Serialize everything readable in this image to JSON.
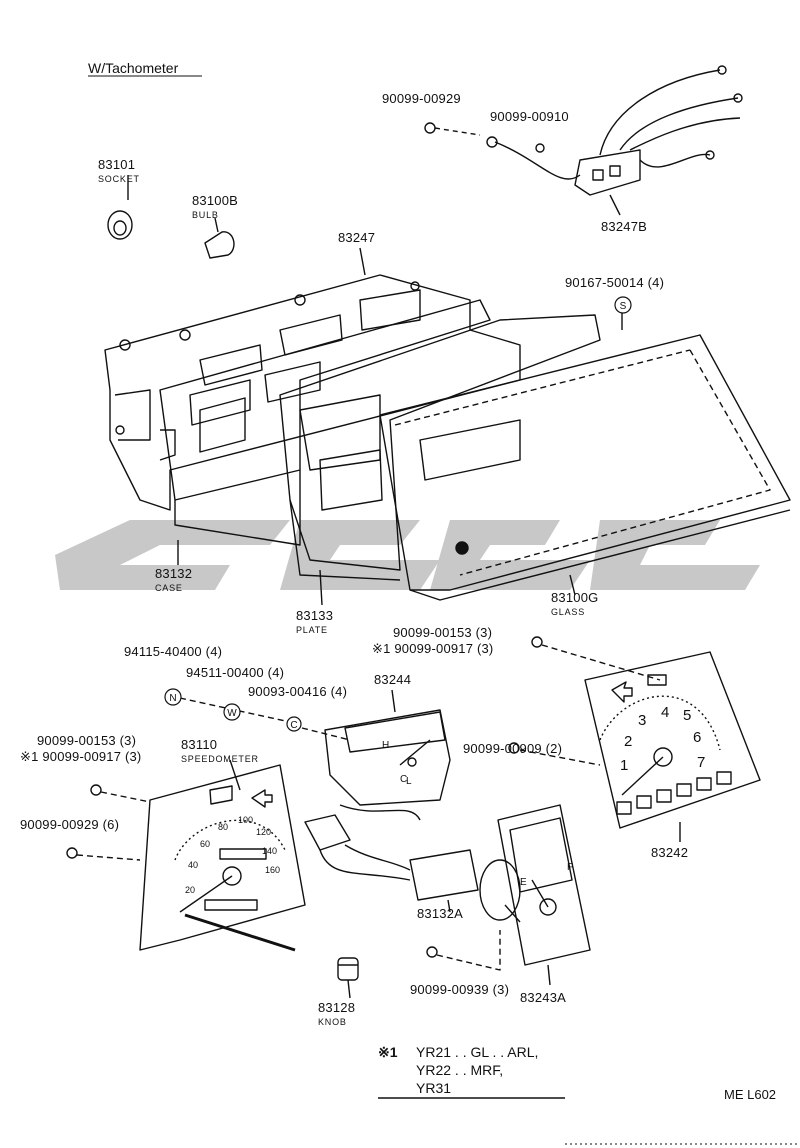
{
  "header": {
    "variant": "W/Tachometer"
  },
  "parts": {
    "p90099_00929_top": "90099-00929",
    "p90099_00910": "90099-00910",
    "p83101": "83101",
    "p83101_desc": "SOCKET",
    "p83100B": "83100B",
    "p83100B_desc": "BULB",
    "p83247": "83247",
    "p83247B": "83247B",
    "p90167": "90167-50014 (4)",
    "p83132": "83132",
    "p83132_desc": "CASE",
    "p83133": "83133",
    "p83133_desc": "PLATE",
    "p83100G": "83100G",
    "p83100G_desc": "GLASS",
    "p90099_00153_r": "90099-00153 (3)",
    "p90099_00917_r": "※1 90099-00917 (3)",
    "p94115": "94115-40400 (4)",
    "p94511": "94511-00400 (4)",
    "p90093": "90093-00416 (4)",
    "p83244": "83244",
    "p90099_00153_l": "90099-00153 (3)",
    "p90099_00917_l": "※1 90099-00917 (3)",
    "p83110": "83110",
    "p83110_desc": "SPEEDOMETER",
    "p90099_00929_6": "90099-00929 (6)",
    "p90099_00909": "90099-00909 (2)",
    "p83242": "83242",
    "p83132A": "83132A",
    "p83128": "83128",
    "p83128_desc": "KNOB",
    "p90099_00939": "90099-00939 (3)",
    "p83243A": "83243A"
  },
  "symbols": {
    "s": "S",
    "n": "N",
    "w": "W",
    "c": "C"
  },
  "tach_numbers": [
    "1",
    "2",
    "3",
    "4",
    "5",
    "6",
    "7"
  ],
  "speedo_numbers": [
    "20",
    "40",
    "60",
    "80",
    "100",
    "120",
    "140",
    "160"
  ],
  "fuel_marks": {
    "e": "E",
    "f": "F"
  },
  "gauge_marks": {
    "h": "H",
    "c": "C",
    "l": "L"
  },
  "footnote": {
    "mark": "※1",
    "line1": "YR21 . . GL . . ARL,",
    "line2": "YR22 . . MRF,",
    "line3": "YR31"
  },
  "code": "ME L602",
  "colors": {
    "line": "#111111",
    "watermark": "#c8c8c8"
  }
}
